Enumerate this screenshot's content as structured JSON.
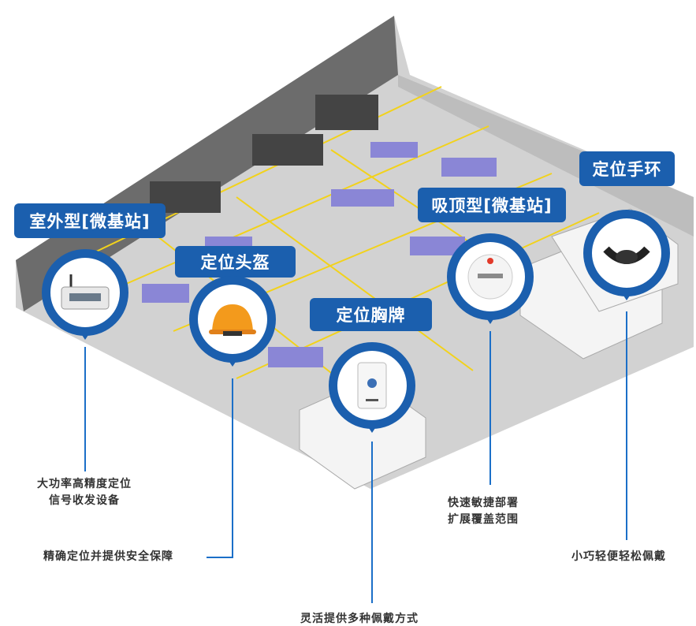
{
  "colors": {
    "brand_blue": "#1b5fae",
    "line_blue": "#1b6fc8",
    "floor": "#c9c9c9",
    "floor_line": "#f2d21b"
  },
  "devices": [
    {
      "title": "室外型[微基站]",
      "icon": "gateway-device-icon",
      "caption": [
        "大功率高精度定位",
        "信号收发设备"
      ]
    },
    {
      "title": "定位头盔",
      "icon": "helmet-icon",
      "caption": [
        "精确定位并提供安全保障"
      ]
    },
    {
      "title": "定位胸牌",
      "icon": "badge-card-icon",
      "caption": [
        "灵活提供多种佩戴方式"
      ]
    },
    {
      "title": "吸顶型[微基站]",
      "icon": "ceiling-beacon-icon",
      "caption": [
        "快速敏捷部署",
        "扩展覆盖范围"
      ]
    },
    {
      "title": "定位手环",
      "icon": "wristband-icon",
      "caption": [
        "小巧轻便轻松佩戴"
      ]
    }
  ]
}
